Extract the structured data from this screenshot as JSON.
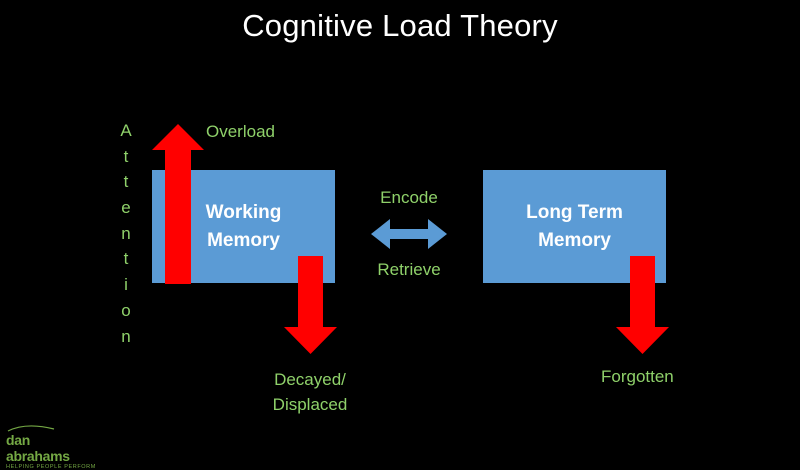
{
  "title": "Cognitive Load Theory",
  "working_memory": {
    "line1": "Working",
    "line2": "Memory"
  },
  "long_term_memory": {
    "line1": "Long Term",
    "line2": "Memory"
  },
  "labels": {
    "overload": "Overload",
    "encode": "Encode",
    "retrieve": "Retrieve",
    "decayed_line1": "Decayed/",
    "decayed_line2": "Displaced",
    "forgotten": "Forgotten"
  },
  "attention_letters": [
    "A",
    "t",
    "t",
    "e",
    "n",
    "t",
    "i",
    "o",
    "n"
  ],
  "logo": {
    "name": "dan abrahams",
    "tagline": "HELPING PEOPLE PERFORM"
  },
  "colors": {
    "background": "#000000",
    "box": "#5b9bd5",
    "arrow_red": "#ff0000",
    "label_green": "#8fd16a",
    "logo_green": "#74a844"
  }
}
